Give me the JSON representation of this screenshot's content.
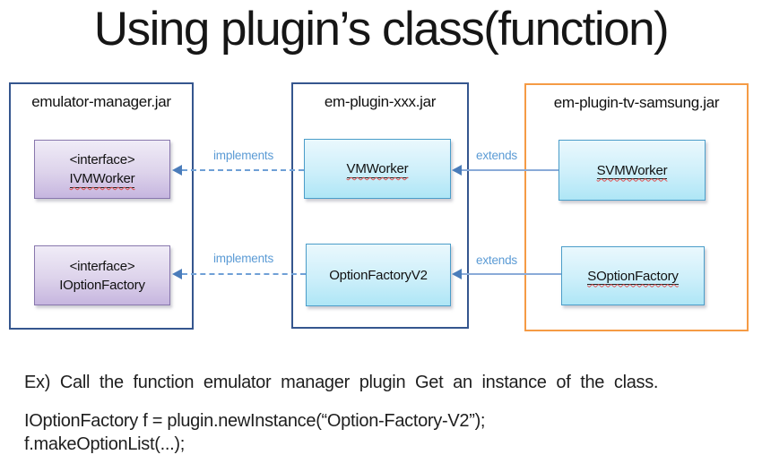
{
  "title": "Using plugin’s class(function)",
  "containers": [
    {
      "label": "emulator-manager.jar",
      "border_color": "#35568e",
      "classes": [
        {
          "stereotype": "<interface>",
          "name": "IVMWorker",
          "underlined": true,
          "fill": "purple"
        },
        {
          "stereotype": "<interface>",
          "name": "IOptionFactory",
          "underlined": false,
          "fill": "purple"
        }
      ]
    },
    {
      "label": "em-plugin-xxx.jar",
      "border_color": "#35568e",
      "classes": [
        {
          "name": "VMWorker",
          "underlined": true,
          "fill": "cyan"
        },
        {
          "name": "OptionFactoryV2",
          "underlined": false,
          "fill": "cyan"
        }
      ]
    },
    {
      "label": "em-plugin-tv-samsung.jar",
      "border_color": "#f59b45",
      "classes": [
        {
          "name": "SVMWorker",
          "underlined": true,
          "fill": "cyan"
        },
        {
          "name": "SOptionFactory",
          "underlined": true,
          "fill": "cyan"
        }
      ]
    }
  ],
  "relations": [
    {
      "label": "implements",
      "style": "dashed",
      "from": "VMWorker",
      "to": "IVMWorker"
    },
    {
      "label": "implements",
      "style": "dashed",
      "from": "OptionFactoryV2",
      "to": "IOptionFactory"
    },
    {
      "label": "extends",
      "style": "solid",
      "from": "SVMWorker",
      "to": "VMWorker"
    },
    {
      "label": "extends",
      "style": "solid",
      "from": "SOptionFactory",
      "to": "OptionFactoryV2"
    }
  ],
  "notes": {
    "example_line": "Ex) Call the function emulator manager plugin Get an instance of the class.",
    "code_line1": "IOptionFactory f =  plugin.newInstance(“Option-Factory-V2”);",
    "code_line2": "f.makeOptionList(...);"
  },
  "colors": {
    "package_border_blue": "#35568e",
    "package_border_orange": "#f59b45",
    "class_fill_purple_top": "#f0ecf7",
    "class_fill_purple_bottom": "#c6b6df",
    "class_fill_cyan_top": "#eaf8fd",
    "class_fill_cyan_bottom": "#aee6f6",
    "relation_label_blue": "#5b9bd5",
    "arrowhead_blue": "#4a7cba",
    "spellcheck_red": "#e05252"
  }
}
